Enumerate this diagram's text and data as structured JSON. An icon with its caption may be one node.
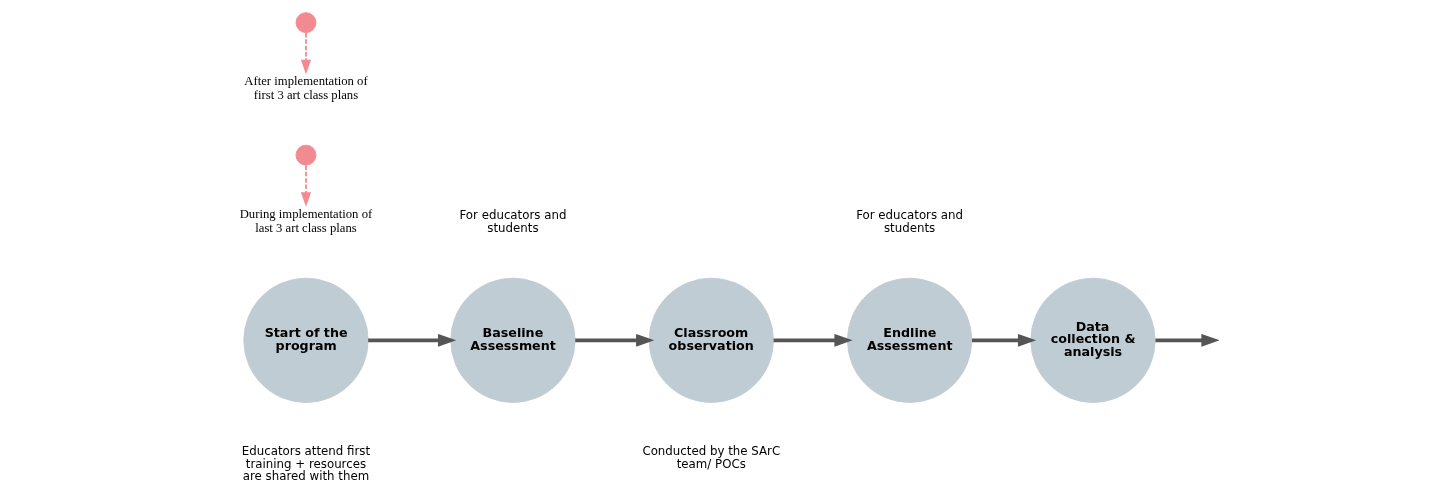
{
  "diagram": {
    "nodes": [
      {
        "text": [
          "Start of the program"
        ],
        "beside": [
          "Educators attend first training + resources are shared with them"
        ]
      },
      {
        "text": [
          "Baseline Assessment"
        ],
        "beside": [
          "For educators and students"
        ]
      },
      {
        "text": [
          "Classroom observation"
        ],
        "beside": [
          "Conducted by the SArC team/ POCs"
        ]
      },
      {
        "text": [
          "Endline Assessment"
        ],
        "beside": [
          "For educators and students"
        ]
      },
      {
        "text": [
          "Data collection & analysis"
        ]
      },
      {
        "text": [],
        "shape": "circle"
      },
      {
        "text": [
          "After implementation of first 3 art class plans"
        ]
      },
      {
        "text": [],
        "shape": "circle"
      },
      {
        "text": [
          "During implementation of last 3 art class plans"
        ]
      }
    ],
    "edges": [
      {
        "from": 0,
        "to": 1,
        "arrow": "to"
      },
      {
        "from": 1,
        "to": 2,
        "arrow": "to"
      },
      {
        "from": 2,
        "to": 3,
        "arrow": "to"
      },
      {
        "from": 3,
        "to": 4,
        "arrow": "to"
      },
      {
        "from": 4,
        "to": null,
        "arrow": "to"
      },
      {
        "from": 5,
        "to": 6,
        "arrow": "to",
        "style": "dashed",
        "color": "#f28b8f"
      },
      {
        "from": 7,
        "to": 8,
        "arrow": "to",
        "style": "dashed",
        "color": "#f28b8f"
      }
    ]
  }
}
